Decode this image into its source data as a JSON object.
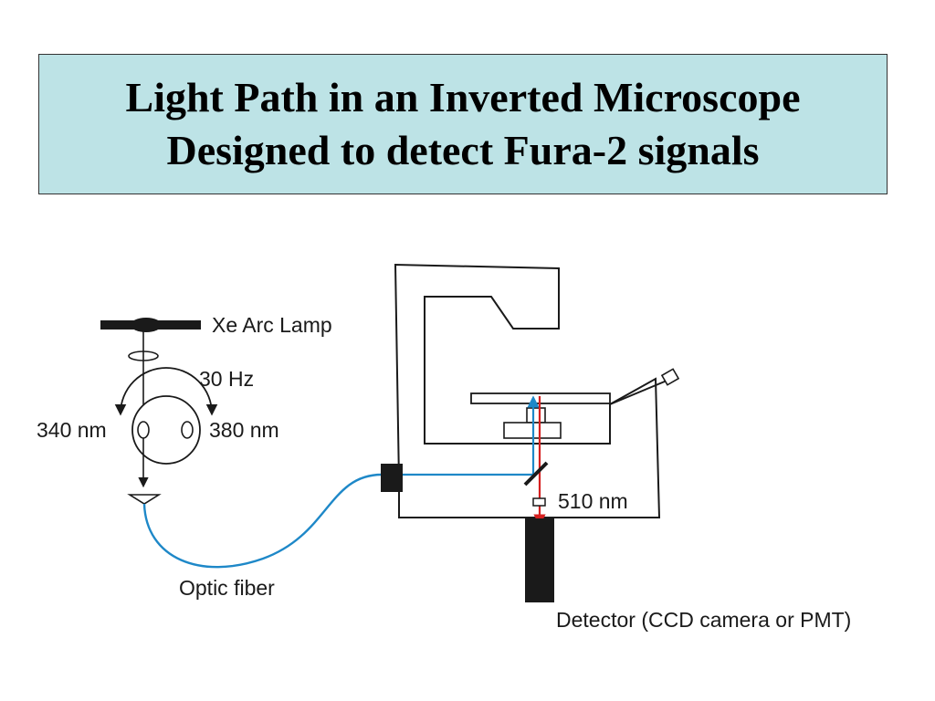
{
  "title": {
    "line1": "Light Path in an Inverted Microscope",
    "line2": "Designed to detect Fura-2 signals"
  },
  "diagram": {
    "labels": {
      "lamp": "Xe Arc Lamp",
      "frequency": "30 Hz",
      "wavelength_left": "340 nm",
      "wavelength_right": "380 nm",
      "emission_filter": "510 nm",
      "fiber": "Optic fiber",
      "detector": "Detector (CCD camera or PMT)"
    },
    "colors": {
      "excitation_light": "#1e88c8",
      "emission_light": "#d62020",
      "outline": "#1a1a1a",
      "title_background": "#bde3e6"
    }
  }
}
